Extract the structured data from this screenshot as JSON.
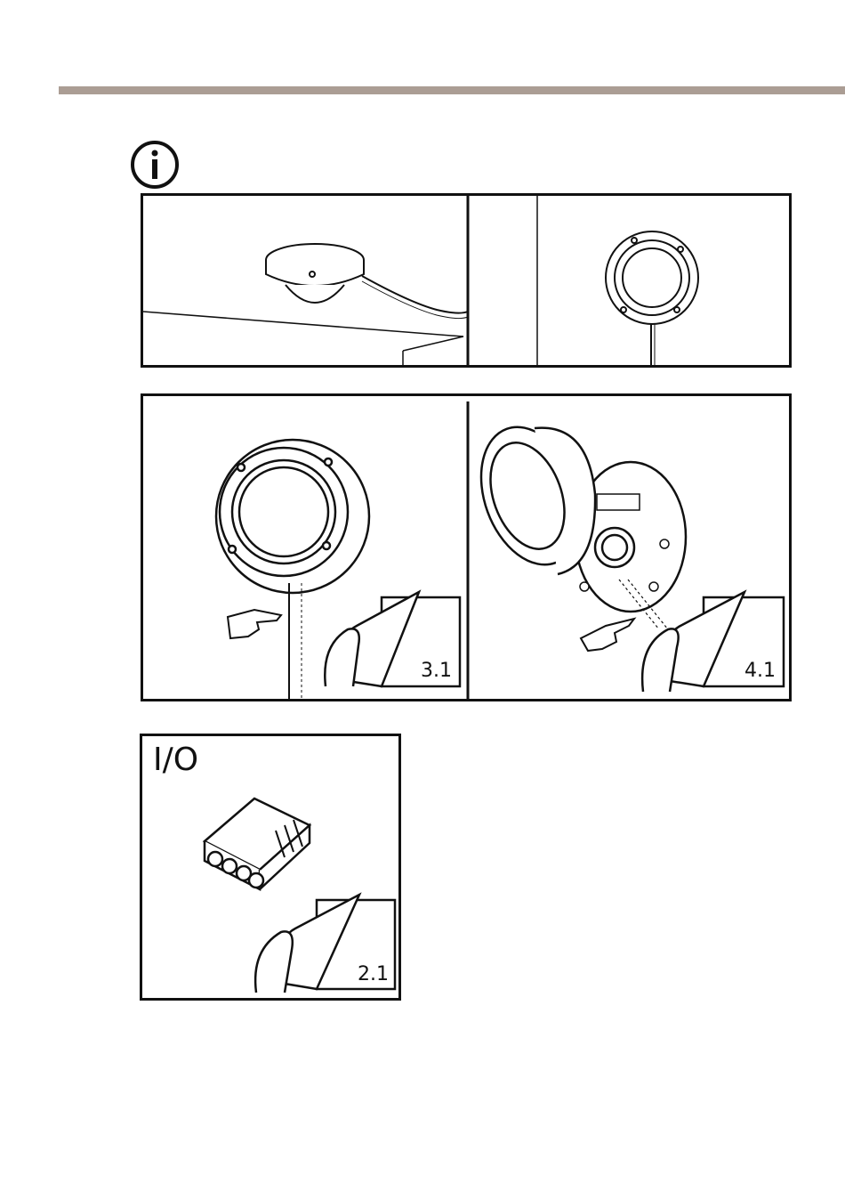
{
  "header": {
    "rule_color": "#ab9d94"
  },
  "info_icon": {
    "name": "info-icon"
  },
  "panels": {
    "mounting": {
      "icon": "dome-camera-icon"
    },
    "remove_cover": {
      "step_a": "3.1",
      "step_b": "4.1"
    },
    "io": {
      "title": "I/O",
      "step": "2.1",
      "icon": "io-connector-icon"
    }
  }
}
